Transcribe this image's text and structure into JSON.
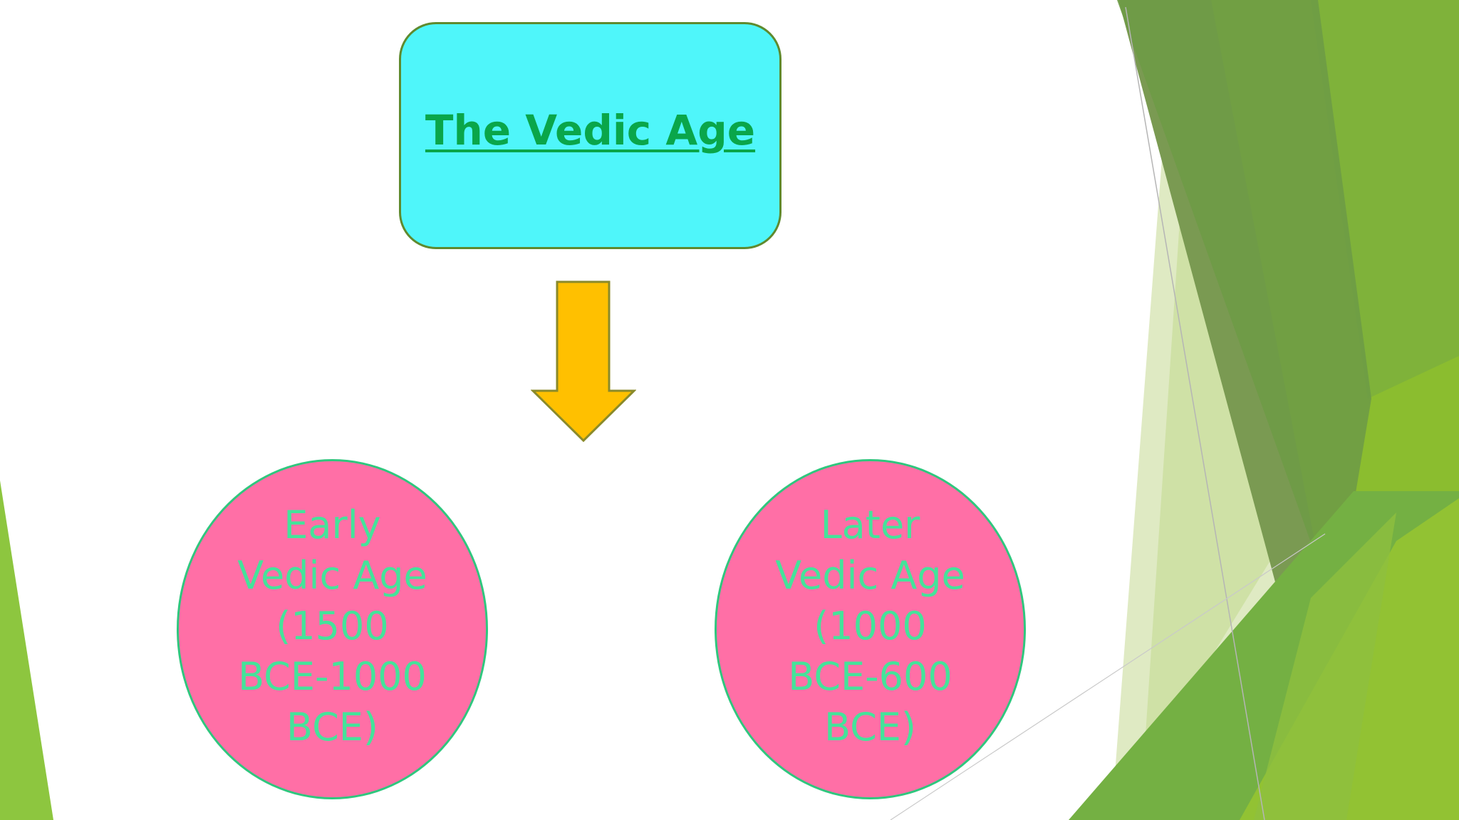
{
  "diagram": {
    "title": "The Vedic Age",
    "children": [
      {
        "label": "Early\nVedic Age\n(1500\nBCE-1000\nBCE)"
      },
      {
        "label": "Later\nVedic Age\n(1000\nBCE-600\nBCE)"
      }
    ]
  },
  "colors": {
    "title_box_fill": "#4ff6fa",
    "title_text": "#0aa64a",
    "arrow_fill": "#ffc000",
    "circle_fill": "#ff6fa6",
    "circle_text": "#44e39a",
    "accent_green": "#8dc63f"
  }
}
